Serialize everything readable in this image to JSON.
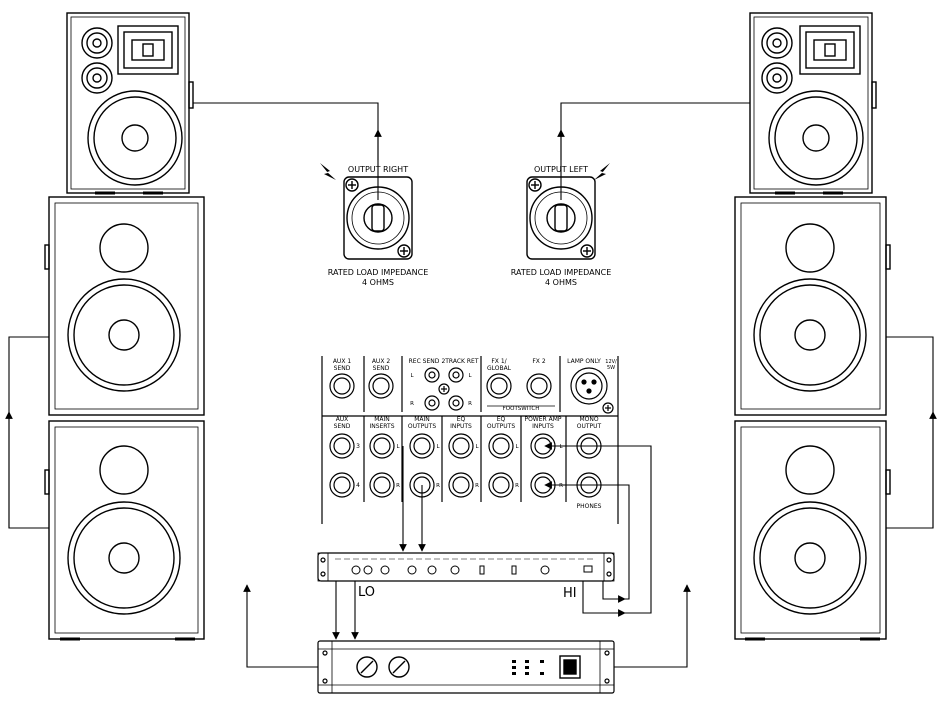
{
  "outputs": {
    "right": {
      "title": "OUTPUT RIGHT",
      "rated_load": "RATED LOAD IMPEDANCE",
      "ohms": "4 OHMS"
    },
    "left": {
      "title": "OUTPUT LEFT",
      "rated_load": "RATED LOAD IMPEDANCE",
      "ohms": "4 OHMS"
    }
  },
  "mixer_panel": {
    "top_row": {
      "aux1_a": "AUX 1",
      "aux1_b": "SEND",
      "aux2_a": "AUX 2",
      "aux2_b": "SEND",
      "rec_send": "REC SEND",
      "track_ret": "2TRACK RET",
      "fx1_a": "FX 1/",
      "fx1_b": "GLOBAL",
      "fx2": "FX 2",
      "lamp": "LAMP ONLY",
      "lamp_v_a": "12V/",
      "lamp_v_b": "5W",
      "footswitch": "FOOTSWITCH"
    },
    "bottom_row": {
      "aux_send_a": "AUX",
      "aux_send_b": "SEND",
      "main_inserts_a": "MAIN",
      "main_inserts_b": "INSERTS",
      "main_outputs_a": "MAIN",
      "main_outputs_b": "OUTPUTS",
      "eq_inputs_a": "EQ",
      "eq_inputs_b": "INPUTS",
      "eq_outputs_a": "EQ",
      "eq_outputs_b": "OUTPUTS",
      "power_amp_a": "POWER AMP",
      "power_amp_b": "INPUTS",
      "mono_a": "MONO",
      "mono_b": "OUTPUT",
      "phones": "PHONES"
    },
    "channel_letters": {
      "l": "L",
      "r": "R",
      "three": "3",
      "four": "4"
    }
  },
  "crossover": {
    "lo": "LO",
    "hi": "HI"
  },
  "icons": [
    "speaker-cabinet-icon",
    "speakon-connector-icon",
    "lightning-icon",
    "jack-socket-icon",
    "xlr-socket-icon",
    "rca-socket-icon",
    "knob-icon",
    "arrow-icon"
  ]
}
